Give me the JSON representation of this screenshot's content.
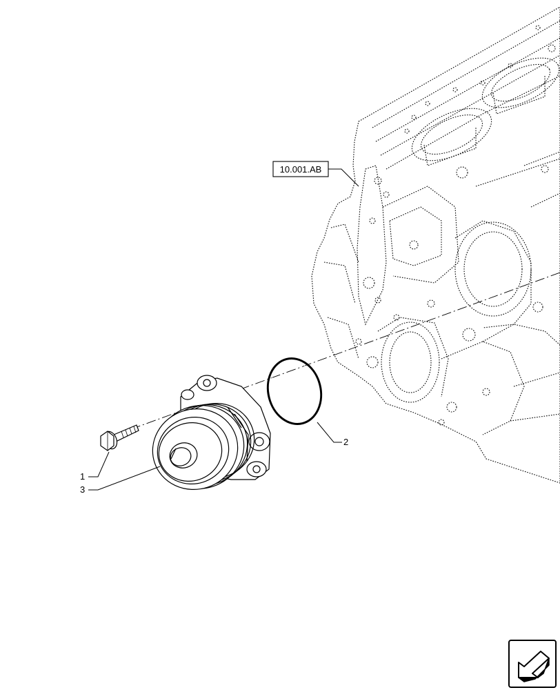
{
  "diagram": {
    "reference_box": "10.001.AB",
    "callouts": [
      {
        "id": "1",
        "label": "1"
      },
      {
        "id": "2",
        "label": "2"
      },
      {
        "id": "3",
        "label": "3"
      }
    ],
    "nav_icon": "arrow-back-icon",
    "line_color": "#000000"
  }
}
